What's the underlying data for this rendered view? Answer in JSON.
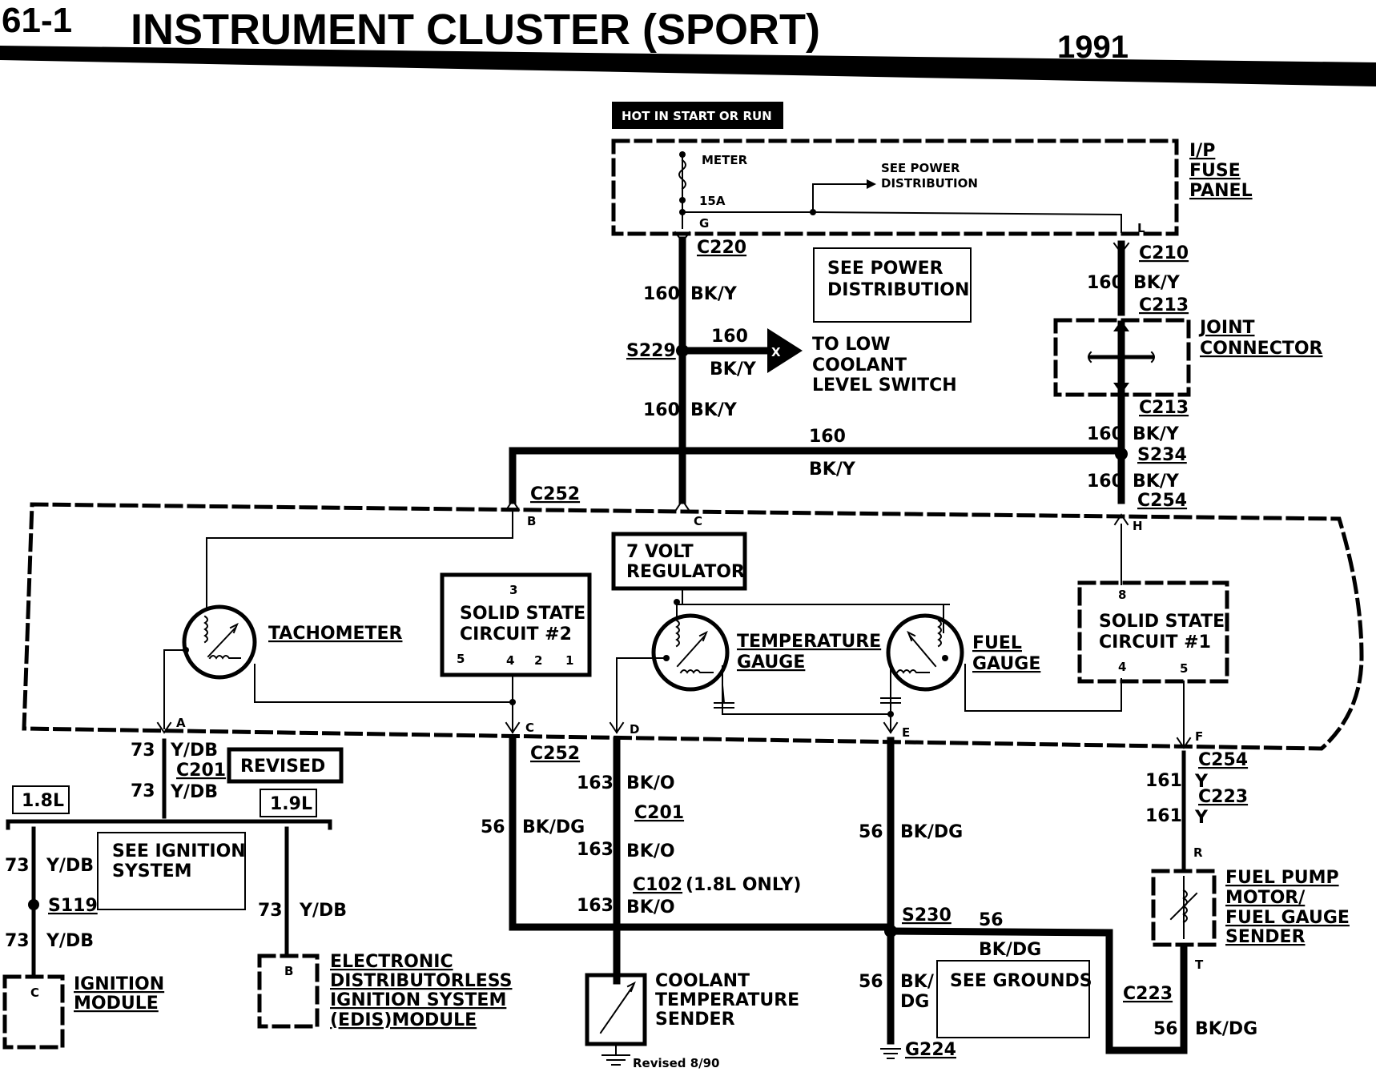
{
  "header": {
    "section": "61-1",
    "title": "INSTRUMENT CLUSTER (SPORT)",
    "year": "1991"
  },
  "power_box": "HOT IN START OR RUN",
  "fuse_panel": {
    "meter": "METER",
    "amp": "15A",
    "see_power_dist": [
      "SEE POWER",
      "DISTRIBUTION"
    ],
    "pin_g": "G",
    "pin_l": "L",
    "label": [
      "I/P",
      "FUSE",
      "PANEL"
    ]
  },
  "connectors": {
    "c220": "C220",
    "c210": "C210",
    "c213a": "C213",
    "c213b": "C213",
    "s229": "S229",
    "s234": "S234",
    "c252a": "C252",
    "c254a": "C254",
    "c252b": "C252",
    "c254b": "C254",
    "c201a": "C201",
    "c201b": "C201",
    "c102": "C102",
    "c102_note": "(1.8L ONLY)",
    "c223a": "C223",
    "c223b": "C223",
    "s230": "S230",
    "s119": "S119",
    "g224": "G224"
  },
  "wires": {
    "w160": "160",
    "bky": "BK/Y",
    "w56": "56",
    "bkdg": "BK/DG",
    "w163": "163",
    "bko": "BK/O",
    "w73": "73",
    "ydb": "Y/DB",
    "w161": "161",
    "y": "Y",
    "bk_slash": "BK/",
    "dg": "DG"
  },
  "boxes": {
    "see_power_dist": [
      "SEE POWER",
      "DISTRIBUTION"
    ],
    "to_low_coolant": [
      "TO LOW",
      "COOLANT",
      "LEVEL SWITCH"
    ],
    "joint_connector": [
      "JOINT",
      "CONNECTOR"
    ],
    "regulator": [
      "7 VOLT",
      "REGULATOR"
    ],
    "ssc2": [
      "SOLID STATE",
      "CIRCUIT #2"
    ],
    "ssc2_pins": [
      "3",
      "5",
      "4",
      "2",
      "1"
    ],
    "ssc1": [
      "SOLID STATE",
      "CIRCUIT #1"
    ],
    "ssc1_pins": [
      "8",
      "4",
      "5"
    ],
    "tachometer": "TACHOMETER",
    "temp_gauge": [
      "TEMPERATURE",
      "GAUGE"
    ],
    "fuel_gauge": [
      "FUEL",
      "GAUGE"
    ],
    "revised": "REVISED",
    "engine_18": "1.8L",
    "engine_19": "1.9L",
    "see_ignition": [
      "SEE IGNITION",
      "SYSTEM"
    ],
    "ignition_module": [
      "IGNITION",
      "MODULE"
    ],
    "edis": [
      "ELECTRONIC",
      "DISTRIBUTORLESS",
      "IGNITION SYSTEM",
      "(EDIS)MODULE"
    ],
    "coolant_sender": [
      "COOLANT",
      "TEMPERATURE",
      "SENDER"
    ],
    "fuel_pump": [
      "FUEL PUMP",
      "MOTOR/",
      "FUEL GAUGE",
      "SENDER"
    ],
    "see_grounds": "SEE GROUNDS",
    "pin_c_ign": "C",
    "pin_b_edis": "B"
  },
  "pins": {
    "a": "A",
    "b": "B",
    "c_top": "C",
    "c_bot": "C",
    "d": "D",
    "e": "E",
    "f": "F",
    "h": "H",
    "r": "R",
    "t": "T",
    "x": "X"
  },
  "footer": "Revised 8/90"
}
